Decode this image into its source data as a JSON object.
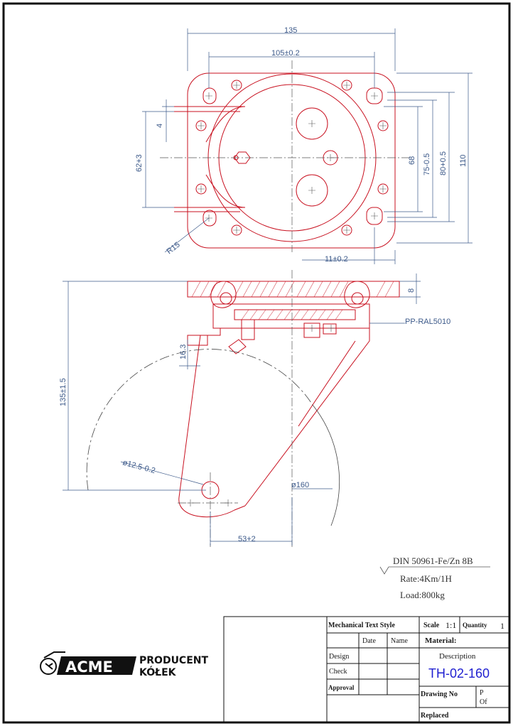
{
  "drawing": {
    "dimensions": {
      "d_135": "135",
      "d_105": "105±0.2",
      "d_4": "4",
      "d_62": "62+3",
      "d_68": "68",
      "d_75": "75-0.5",
      "d_80": "80+0.5",
      "d_110": "110",
      "d_r15": "R15",
      "d_11": "11±0.2",
      "d_8": "8",
      "d_pp": "PP-RAL5010",
      "d_16": "16.3",
      "d_135b": "135±1.5",
      "d_125": "ø12.5-0.2",
      "d_160": "ø160",
      "d_53": "53+2"
    },
    "notes": {
      "din": "DIN 50961-Fe/Zn 8B",
      "rate": "Rate:4Km/1H",
      "load": "Load:800kg"
    }
  },
  "title_block": {
    "style": "Mechanical Text Style",
    "scale_label": "Scale",
    "scale_value": "1:1",
    "quantity_label": "Quantity",
    "quantity_value": "1",
    "date": "Date",
    "name": "Name",
    "material": "Material:",
    "design": "Design",
    "check": "Check",
    "approval": "Approval",
    "description": "Description",
    "part_number": "TH-02-160",
    "drawing_no": "Drawing No",
    "p_label": "P",
    "of_label": "Of",
    "replaced": "Replaced"
  },
  "logo": {
    "brand": "ACME",
    "line1": "PRODUCENT",
    "line2": "KÓŁEK"
  },
  "colors": {
    "outline": "#c8101f",
    "dimension": "#3d5a8a",
    "border": "#111111"
  }
}
